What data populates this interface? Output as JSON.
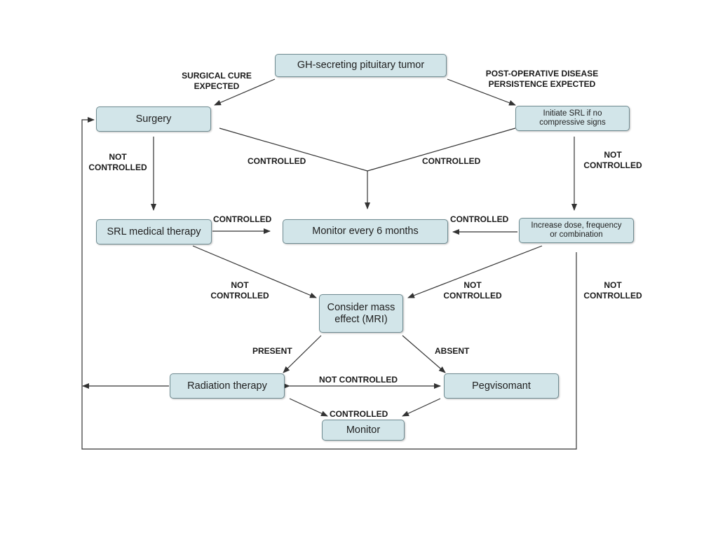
{
  "nodes": {
    "gh_tumor": "GH-secreting pituitary tumor",
    "surgery": "Surgery",
    "initiate_srl": "Initiate SRL if no\ncompressive signs",
    "srl_therapy": "SRL medical therapy",
    "monitor_6m": "Monitor every 6 months",
    "increase_dose": "Increase dose, frequency\nor combination",
    "mass_effect": "Consider mass\neffect (MRI)",
    "radiation": "Radiation therapy",
    "pegvisomant": "Pegvisomant",
    "monitor": "Monitor"
  },
  "labels": {
    "surgical_cure": "SURGICAL CURE\nEXPECTED",
    "post_op": "POST-OPERATIVE DISEASE\nPERSISTENCE EXPECTED",
    "not_controlled_1": "NOT\nCONTROLLED",
    "controlled_1": "CONTROLLED",
    "controlled_2": "CONTROLLED",
    "not_controlled_2": "NOT\nCONTROLLED",
    "controlled_3": "CONTROLLED",
    "controlled_4": "CONTROLLED",
    "not_controlled_3": "NOT\nCONTROLLED",
    "not_controlled_4": "NOT\nCONTROLLED",
    "not_controlled_5": "NOT\nCONTROLLED",
    "present": "PRESENT",
    "absent": "ABSENT",
    "not_controlled_6": "NOT CONTROLLED",
    "controlled_5": "CONTROLLED"
  }
}
